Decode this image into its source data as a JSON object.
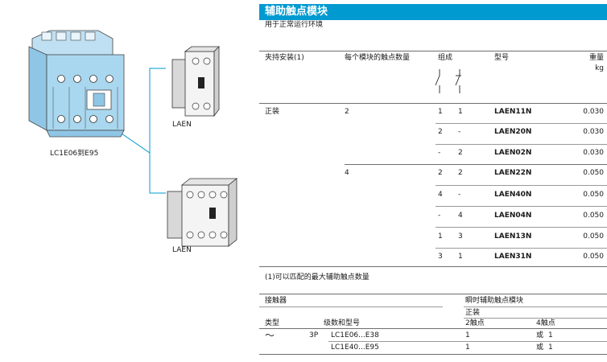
{
  "header": {
    "title": "辅助触点模块",
    "subtitle": "用于正常运行环境"
  },
  "figures": {
    "contactor_label": "LC1E06到E95",
    "module_top_label": "LAEN",
    "module_bottom_label": "LAEN"
  },
  "table": {
    "headers": {
      "mounting": "夹持安装(1)",
      "contacts_per_module": "每个模块的触点数量",
      "composition": "组成",
      "model": "型号",
      "weight": "重量",
      "weight_unit": "kg"
    },
    "mounting_value": "正装",
    "groups": [
      {
        "contacts": "2",
        "rows": [
          {
            "no": "1",
            "nc": "1",
            "model": "LAEN11N",
            "weight": "0.030"
          },
          {
            "no": "2",
            "nc": "-",
            "model": "LAEN20N",
            "weight": "0.030"
          },
          {
            "no": "-",
            "nc": "2",
            "model": "LAEN02N",
            "weight": "0.030"
          }
        ]
      },
      {
        "contacts": "4",
        "rows": [
          {
            "no": "2",
            "nc": "2",
            "model": "LAEN22N",
            "weight": "0.050"
          },
          {
            "no": "4",
            "nc": "-",
            "model": "LAEN40N",
            "weight": "0.050"
          },
          {
            "no": "-",
            "nc": "4",
            "model": "LAEN04N",
            "weight": "0.050"
          },
          {
            "no": "1",
            "nc": "3",
            "model": "LAEN13N",
            "weight": "0.050"
          },
          {
            "no": "3",
            "nc": "1",
            "model": "LAEN31N",
            "weight": "0.050"
          }
        ]
      }
    ],
    "footnote": "(1)可以匹配的最大辅助触点数量"
  },
  "compat": {
    "contactor_header": "接触器",
    "module_header": "瞬时辅助触点模块",
    "mount_header": "正装",
    "type_header": "类型",
    "poles_header": "级数和型号",
    "two_contacts_header": "2触点",
    "four_contacts_header": "4触点",
    "type_symbol": "〜",
    "poles": "3P",
    "rows": [
      {
        "model": "LC1E06...E38",
        "two": "1",
        "or": "或",
        "four": "1"
      },
      {
        "model": "LC1E40...E95",
        "two": "1",
        "or": "或",
        "four": "1"
      }
    ]
  },
  "colors": {
    "accent": "#009ad1",
    "illustration_blue": "#a9d7ef"
  }
}
